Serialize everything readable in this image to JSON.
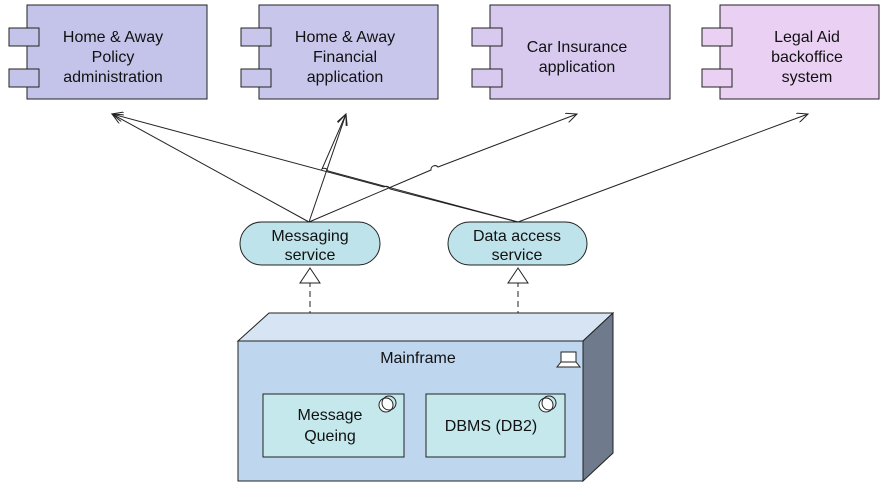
{
  "components": [
    {
      "id": "home-away-policy",
      "lines": [
        "Home & Away",
        "Policy",
        "administration"
      ],
      "fill": "#c4c4ea"
    },
    {
      "id": "home-away-financial",
      "lines": [
        "Home & Away",
        "Financial",
        "application"
      ],
      "fill": "#c9c6ec"
    },
    {
      "id": "car-insurance",
      "lines": [
        "Car Insurance",
        "application"
      ],
      "fill": "#d8caef"
    },
    {
      "id": "legal-aid",
      "lines": [
        "Legal Aid",
        "backoffice",
        "system"
      ],
      "fill": "#ead0f3"
    }
  ],
  "services": [
    {
      "id": "messaging-service",
      "lines": [
        "Messaging",
        "service"
      ]
    },
    {
      "id": "data-access-service",
      "lines": [
        "Data access",
        "service"
      ]
    }
  ],
  "node": {
    "label": "Mainframe",
    "icon": "device-icon"
  },
  "system_software": [
    {
      "id": "message-queing",
      "lines": [
        "Message",
        "Queing"
      ],
      "icon": "system-software-icon"
    },
    {
      "id": "dbms-db2",
      "lines": [
        "DBMS (DB2)"
      ],
      "icon": "system-software-icon"
    }
  ],
  "colors": {
    "service_fill": "#bfe3ea",
    "node_front": "#bfd6ef",
    "node_top": "#d6e4f4",
    "node_side": "#6f7b8c",
    "software_fill": "#c4e8ec",
    "stroke": "#222222"
  }
}
